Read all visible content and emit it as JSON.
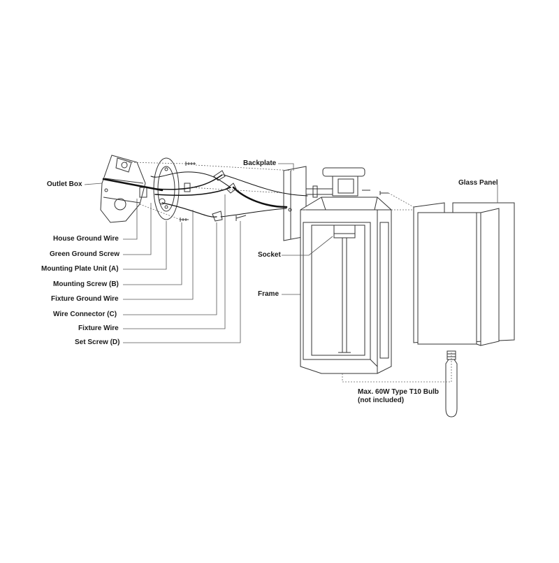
{
  "labels": {
    "outlet_box": "Outlet Box",
    "house_ground_wire": "House Ground Wire",
    "green_ground_screw": "Green Ground Screw",
    "mounting_plate_unit": "Mounting Plate Unit (A)",
    "mounting_screw": "Mounting Screw (B)",
    "fixture_ground_wire": "Fixture Ground Wire",
    "wire_connector": "Wire Connector (C)",
    "fixture_wire": "Fixture Wire",
    "set_screw": "Set Screw (D)",
    "backplate": "Backplate",
    "socket": "Socket",
    "frame": "Frame",
    "glass_panel": "Glass Panel",
    "bulb_line1": "Max. 60W Type T10 Bulb",
    "bulb_line2": "(not included)"
  },
  "colors": {
    "line": "#333333",
    "leader": "#555555",
    "wire": "#111111"
  }
}
